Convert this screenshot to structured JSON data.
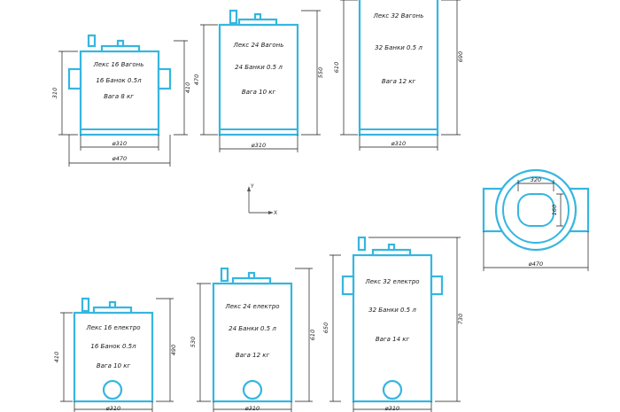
{
  "tanks": [
    {
      "name": "Лекс 16 Вагонь",
      "cans": "16 Банок 0.5л",
      "weight": "Вага 8 кг",
      "dim_diameter": "ø310",
      "dim_overall": "ø470",
      "dim_h_body": "310",
      "dim_h_total": "410"
    },
    {
      "name": "Лекс 24 Вагонь",
      "cans": "24 Банки 0.5 л",
      "weight": "Вага 10 кг",
      "dim_diameter": "ø310",
      "dim_h_body": "470",
      "dim_h_total": "550"
    },
    {
      "name": "Лекс 32 Вагонь",
      "cans": "32 Банки 0.5 л",
      "weight": "Вага 12 кг",
      "dim_diameter": "ø310",
      "dim_h_body": "610",
      "dim_h_total": "690"
    },
    {
      "name": "Лекс 16 електро",
      "cans": "16 Банок 0.5л",
      "weight": "Вага 10 кг",
      "dim_diameter": "ø310",
      "dim_h_body": "410",
      "dim_h_total": "490"
    },
    {
      "name": "Лекс 24 електро",
      "cans": "24 Банки 0.5 л",
      "weight": "Вага 12 кг",
      "dim_diameter": "ø310",
      "dim_h_body": "530",
      "dim_h_total": "610"
    },
    {
      "name": "Лекс 32 електро",
      "cans": "32 Банки 0.5 л",
      "weight": "Вага 14 кг",
      "dim_diameter": "ø310",
      "dim_h_body": "650",
      "dim_h_total": "730"
    }
  ],
  "top_view": {
    "dim_overall": "ø470",
    "dim_a": "320",
    "dim_b": "160"
  },
  "axes": {
    "x": "X",
    "y": "Y"
  },
  "colors": {
    "outline": "#35b6e0",
    "dimension": "#1a1a1a"
  }
}
